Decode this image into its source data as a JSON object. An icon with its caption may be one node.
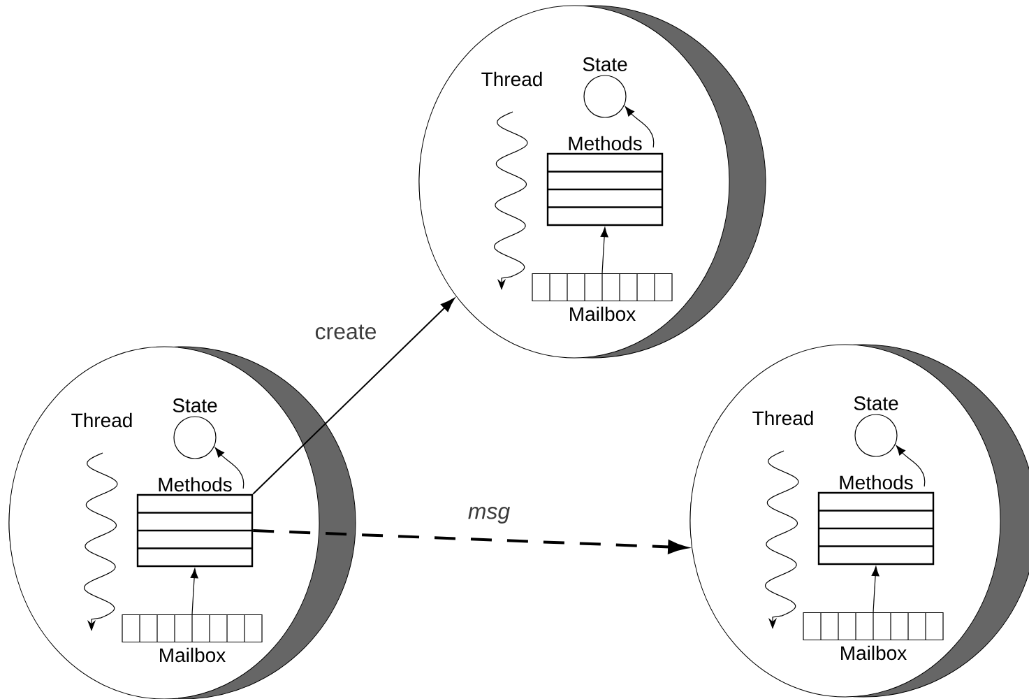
{
  "diagram": {
    "nodes": [
      {
        "text": [],
        "shape": "circle"
      },
      {
        "text": [
          "State"
        ],
        "in": 0
      },
      {
        "text": [
          "Methods"
        ],
        "in": 0
      },
      {
        "text": [
          "Mailbox"
        ],
        "in": 0
      },
      {
        "text": [],
        "shape": "circle"
      },
      {
        "text": [
          "State"
        ],
        "in": 4
      },
      {
        "text": [
          "Methods"
        ],
        "in": 4
      },
      {
        "text": [
          "Mailbox"
        ],
        "in": 4
      },
      {
        "text": [],
        "shape": "circle"
      },
      {
        "text": [
          "State"
        ],
        "in": 8
      },
      {
        "text": [
          "Methods"
        ],
        "in": 8
      },
      {
        "text": [
          "Mailbox"
        ],
        "in": 8
      }
    ],
    "edges": [
      {
        "from": 3,
        "to": 2,
        "arrow": "to"
      },
      {
        "from": 2,
        "to": 1,
        "arrow": "to"
      },
      {
        "from": 7,
        "to": 6,
        "arrow": "to"
      },
      {
        "from": 6,
        "to": 5,
        "arrow": "to"
      },
      {
        "from": 11,
        "to": 10,
        "arrow": "to"
      },
      {
        "from": 10,
        "to": 9,
        "arrow": "to"
      },
      {
        "from": 6,
        "to": 0,
        "arrow": "to",
        "label": "create"
      },
      {
        "from": 6,
        "to": 8,
        "arrow": "to",
        "label": "msg",
        "style": "dashed"
      }
    ],
    "labels": [
      "Thread",
      "Thread",
      "Thread"
    ]
  }
}
